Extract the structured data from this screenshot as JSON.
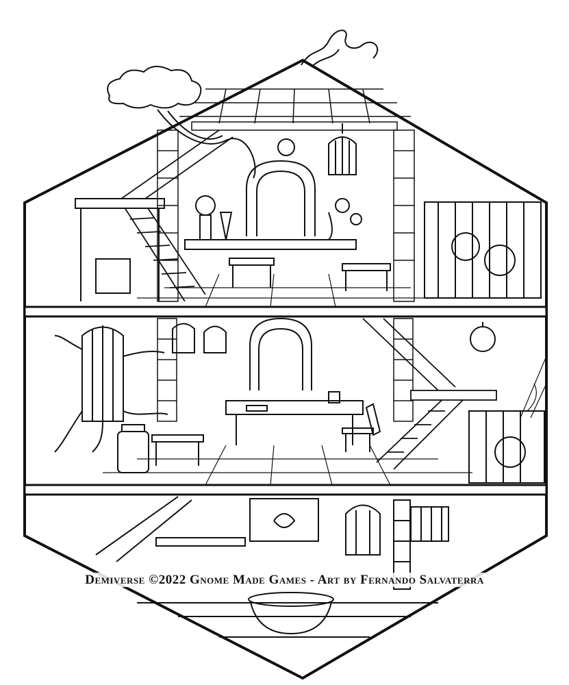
{
  "illustration": {
    "style": "black-and-white line art",
    "subject": "cutaway hexagonal wizard tower interior",
    "icon": "hex-tower-illustration"
  },
  "credit": {
    "text": "Demiverse ©2022 Gnome Made Games - Art by Fernando Salvaterra"
  },
  "colors": {
    "line": "#111111",
    "background": "#ffffff"
  }
}
